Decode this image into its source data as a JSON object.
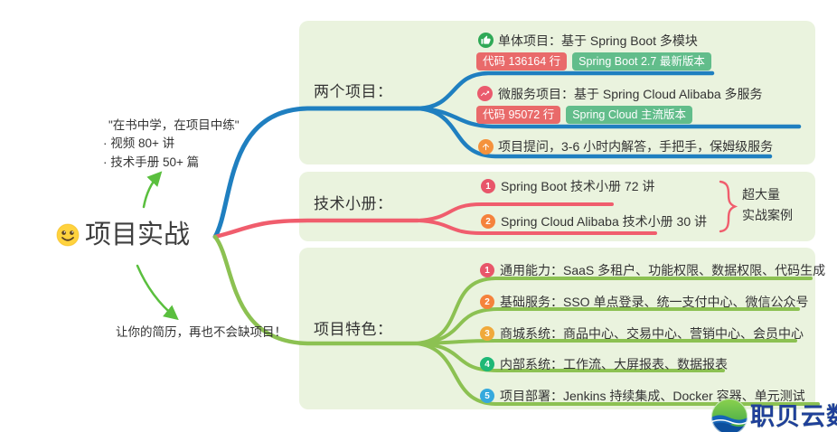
{
  "root": {
    "title": "项目实战",
    "emoji": "smiley-face"
  },
  "annotations": {
    "top": {
      "quote": "\"在书中学，在项目中练\"",
      "bullets": [
        "· 视频 80+ 讲",
        "· 技术手册 50+ 篇"
      ]
    },
    "bottom": {
      "text": "让你的简历，再也不会缺项目！"
    }
  },
  "branches": [
    {
      "label": "两个项目：",
      "color": "#1f7fc0",
      "items": [
        {
          "icon": "thumbs-up",
          "text": "单体项目：基于 Spring Boot 多模块",
          "badges": [
            "代码 136164 行",
            "Spring Boot 2.7 最新版本"
          ]
        },
        {
          "icon": "trending-up",
          "text": "微服务项目：基于 Spring Cloud Alibaba 多服务",
          "badges": [
            "代码 95072 行",
            "Spring Cloud 主流版本"
          ]
        },
        {
          "icon": "arrow-up",
          "text": "项目提问，3-6 小时内解答，手把手，保姆级服务"
        }
      ]
    },
    {
      "label": "技术小册：",
      "color": "#f05d6d",
      "items": [
        {
          "num": "1",
          "text": "Spring Boot 技术小册 72 讲"
        },
        {
          "num": "2",
          "text": "Spring Cloud Alibaba 技术小册 30 讲"
        }
      ],
      "note": [
        "超大量",
        "实战案例"
      ]
    },
    {
      "label": "项目特色：",
      "color": "#8cc152",
      "items": [
        {
          "num": "1",
          "text": "通用能力：SaaS 多租户、功能权限、数据权限、代码生成"
        },
        {
          "num": "2",
          "text": "基础服务：SSO 单点登录、统一支付中心、微信公众号"
        },
        {
          "num": "3",
          "text": "商城系统：商品中心、交易中心、营销中心、会员中心"
        },
        {
          "num": "4",
          "text": "内部系统：工作流、大屏报表、数据报表"
        },
        {
          "num": "5",
          "text": "项目部署：Jenkins 持续集成、Docker 容器、单元测试"
        }
      ]
    }
  ],
  "watermark": {
    "text": "职贝云数"
  },
  "colors": {
    "section_bg": "#eaf3de",
    "branch_blue": "#1f7fc0",
    "branch_red": "#f05d6d",
    "branch_green": "#8cc152",
    "arrow_green": "#5abf3e",
    "badge_red": "#e96a6a",
    "badge_green": "#62bd8b",
    "circle_1": "#e8566a",
    "circle_2": "#f5823c",
    "circle_3": "#f0a93b",
    "circle_4": "#1eb876",
    "circle_5": "#36a9dd",
    "icon_thumb_bg": "#2fa956",
    "icon_trend_bg": "#ea5b6d",
    "icon_arrow_bg": "#f5923c",
    "logo_text": "#20409a"
  }
}
